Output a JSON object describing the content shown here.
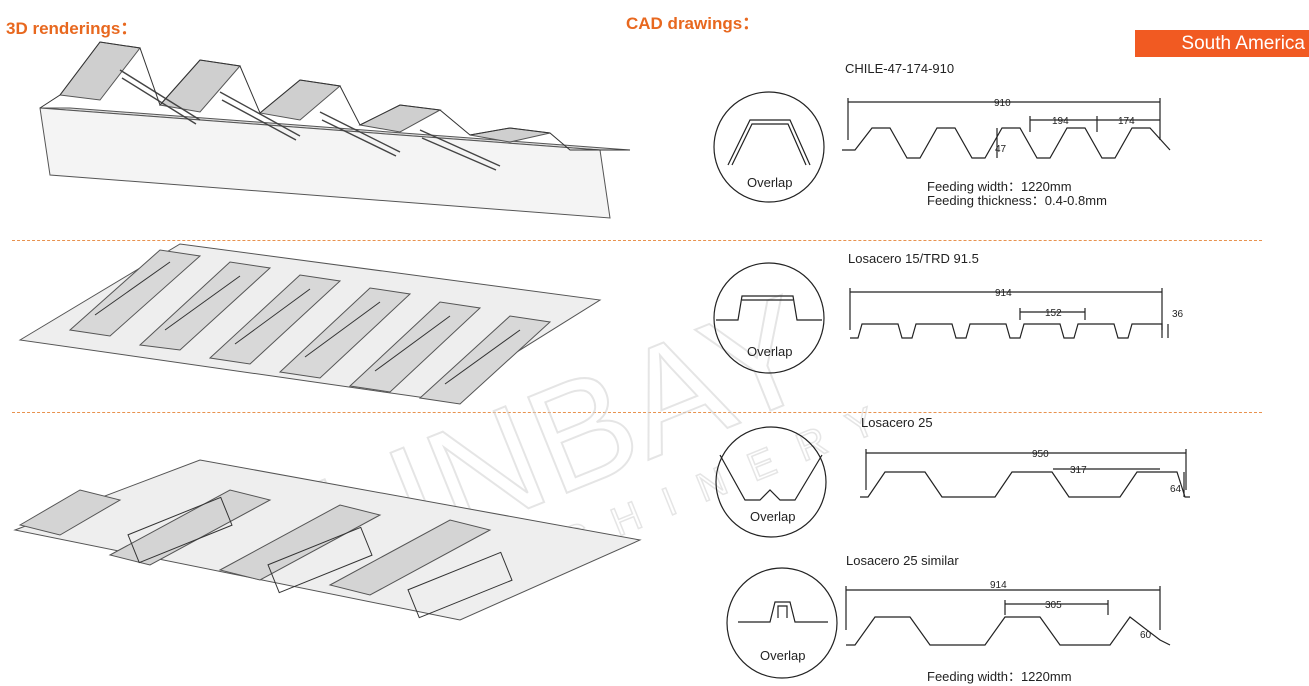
{
  "headings": {
    "renderings": "3D renderings：",
    "cad": "CAD drawings："
  },
  "region_badge": "South America",
  "watermark": {
    "brand": "LINBAY",
    "sub": "MACHINERY"
  },
  "colors": {
    "accent": "#e8681f",
    "badge_bg": "#f15a22",
    "line": "#222222",
    "watermark": "#d9d9d9"
  },
  "profiles": [
    {
      "title": "CHILE-47-174-910",
      "overlap_label": "Overlap",
      "dims": [
        "910",
        "194",
        "174",
        "47"
      ],
      "notes": [
        "Feeding width：1220mm",
        "Feeding thickness：0.4-0.8mm"
      ]
    },
    {
      "title": "Losacero 15/TRD 91.5",
      "overlap_label": "Overlap",
      "dims": [
        "914",
        "152",
        "36"
      ],
      "notes": []
    },
    {
      "title": "Losacero 25",
      "overlap_label": "Overlap",
      "dims": [
        "950",
        "317",
        "64"
      ],
      "notes": []
    },
    {
      "title": "Losacero 25 similar",
      "overlap_label": "Overlap",
      "dims": [
        "914",
        "305",
        "60"
      ],
      "notes": [
        "Feeding width：1220mm"
      ]
    }
  ]
}
